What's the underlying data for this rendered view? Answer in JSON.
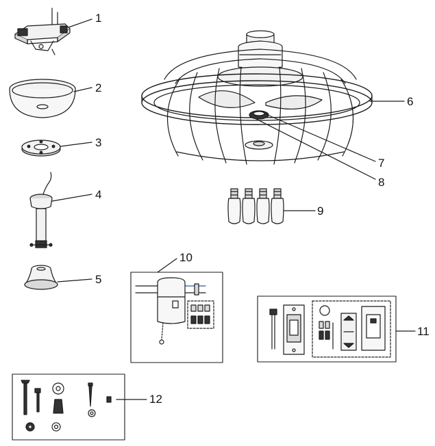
{
  "callouts": {
    "c1": "1",
    "c2": "2",
    "c3": "3",
    "c4": "4",
    "c5": "5",
    "c6": "6",
    "c7": "7",
    "c8": "8",
    "c9": "9",
    "c10": "10",
    "c11": "11",
    "c12": "12"
  },
  "colors": {
    "line": "#1a1a1a",
    "fill_light": "#f2f2f2",
    "fill_mid": "#d9d9d9",
    "fill_dark": "#333333"
  }
}
